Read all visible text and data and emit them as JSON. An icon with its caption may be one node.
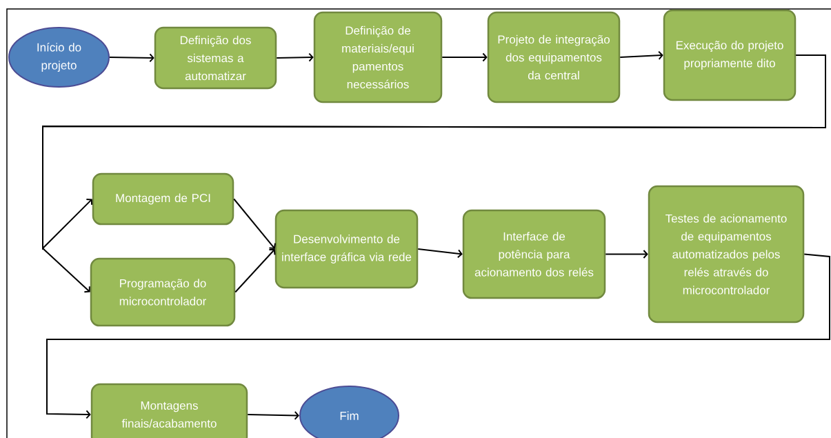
{
  "diagram": {
    "nodes": [
      {
        "text": [
          "Início do projeto"
        ]
      },
      {
        "text": [
          "Definição dos sistemas a automatizar"
        ]
      },
      {
        "text": [
          "Definição de materiais/equi pamentos necessários"
        ]
      },
      {
        "text": [
          "Projeto de integração dos equipamentos da central"
        ]
      },
      {
        "text": [
          "Execução do projeto propriamente dito"
        ]
      },
      {
        "text": [
          "Montagem de PCI"
        ]
      },
      {
        "text": [
          "Programação do microcontrolador"
        ]
      },
      {
        "text": [
          "Desenvolvimento de interface gráfica via rede"
        ]
      },
      {
        "text": [
          "Interface de potência para acionamento dos relés"
        ]
      },
      {
        "text": [
          "Testes de acionamento de equipamentos automatizados pelos relés através do microcontrolador"
        ]
      },
      {
        "text": [
          "Montagens finais/acabamento"
        ]
      },
      {
        "text": [
          "Fim"
        ]
      }
    ],
    "edges": [
      {
        "from": 0,
        "to": 1,
        "arrow": "to"
      },
      {
        "from": 1,
        "to": 2,
        "arrow": "to"
      },
      {
        "from": 2,
        "to": 3,
        "arrow": "to"
      },
      {
        "from": 3,
        "to": 4,
        "arrow": "to"
      },
      {
        "from": 4,
        "to": 5,
        "arrow": "to"
      },
      {
        "from": 4,
        "to": 6,
        "arrow": "to"
      },
      {
        "from": 5,
        "to": 7,
        "arrow": "to"
      },
      {
        "from": 6,
        "to": 7,
        "arrow": "to"
      },
      {
        "from": 7,
        "to": 8,
        "arrow": "to"
      },
      {
        "from": 8,
        "to": 9,
        "arrow": "to"
      },
      {
        "from": 9,
        "to": 10,
        "arrow": "to"
      },
      {
        "from": 10,
        "to": 11,
        "arrow": "to"
      }
    ]
  }
}
